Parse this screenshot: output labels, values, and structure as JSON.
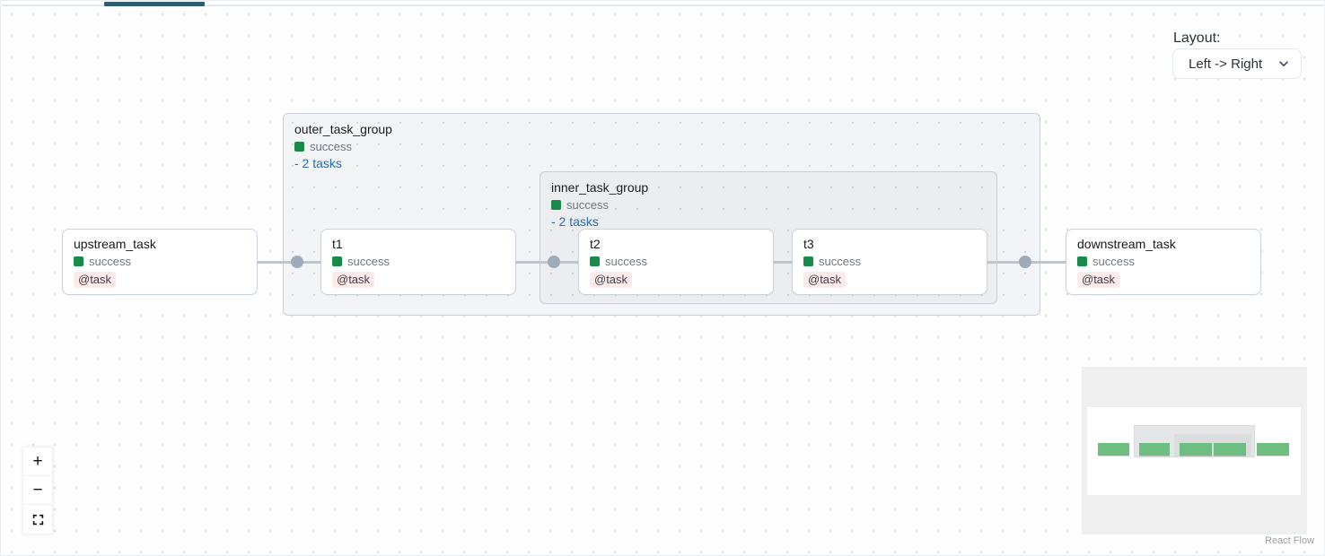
{
  "header": {
    "layout_label": "Layout:",
    "layout_selected": "Left -> Right"
  },
  "groups": [
    {
      "title": "outer_task_group",
      "status": "success",
      "expand_label": "- 2 tasks"
    },
    {
      "title": "inner_task_group",
      "status": "success",
      "expand_label": "- 2 tasks"
    }
  ],
  "nodes": [
    {
      "title": "upstream_task",
      "status": "success",
      "badge": "@task"
    },
    {
      "title": "t1",
      "status": "success",
      "badge": "@task"
    },
    {
      "title": "t2",
      "status": "success",
      "badge": "@task"
    },
    {
      "title": "t3",
      "status": "success",
      "badge": "@task"
    },
    {
      "title": "downstream_task",
      "status": "success",
      "badge": "@task"
    }
  ],
  "controls": {
    "zoom_in": "+",
    "zoom_out": "−"
  },
  "attribution": "React Flow",
  "colors": {
    "status_success_green": "#1a8a4a",
    "minimap_node_green": "#6ebe82",
    "expand_link_blue": "#2b6cb0",
    "badge_pink_bg": "#fcebe9",
    "edge_gray": "#bcc6d0",
    "tab_indicator_blue": "#2d5d73"
  }
}
